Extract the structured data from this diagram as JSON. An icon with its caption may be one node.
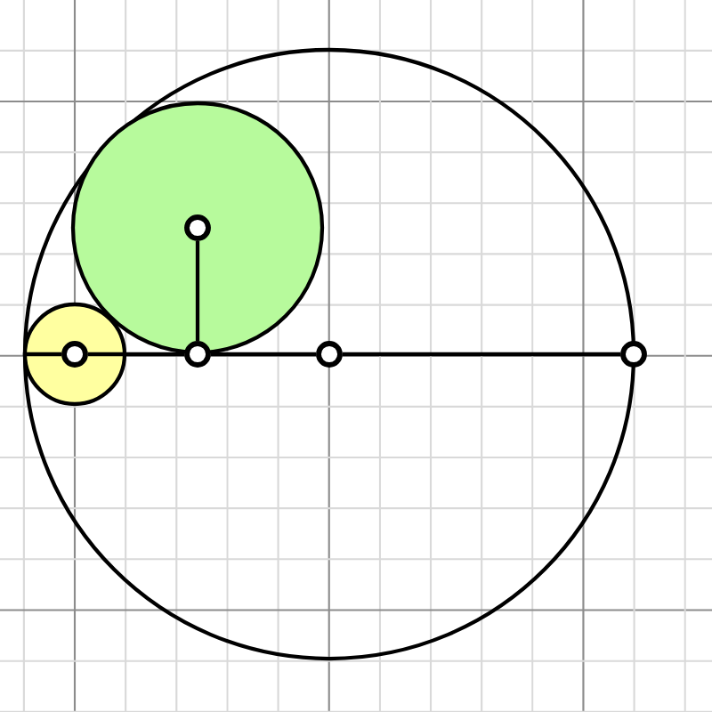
{
  "diagram": {
    "nodes": [
      {
        "text": [],
        "shape": "circle"
      },
      {
        "text": [],
        "shape": "circle",
        "in": 0
      },
      {
        "text": [],
        "shape": "circle",
        "in": 0
      },
      {
        "text": [],
        "shape": "circle",
        "in": 2
      },
      {
        "text": [],
        "shape": "circle",
        "in": 0
      },
      {
        "text": [],
        "shape": "circle",
        "in": 0
      },
      {
        "text": [],
        "shape": "circle"
      },
      {
        "text": [],
        "shape": "circle",
        "in": 1
      }
    ],
    "edges": [
      {
        "from": 2,
        "to": 3,
        "arrow": "none"
      },
      {
        "from": 3,
        "to": 4,
        "arrow": "none"
      },
      {
        "from": 4,
        "to": 5,
        "arrow": "none"
      },
      {
        "from": 5,
        "to": 6,
        "arrow": "none"
      },
      {
        "from": 7,
        "to": 4,
        "arrow": "none"
      }
    ]
  }
}
